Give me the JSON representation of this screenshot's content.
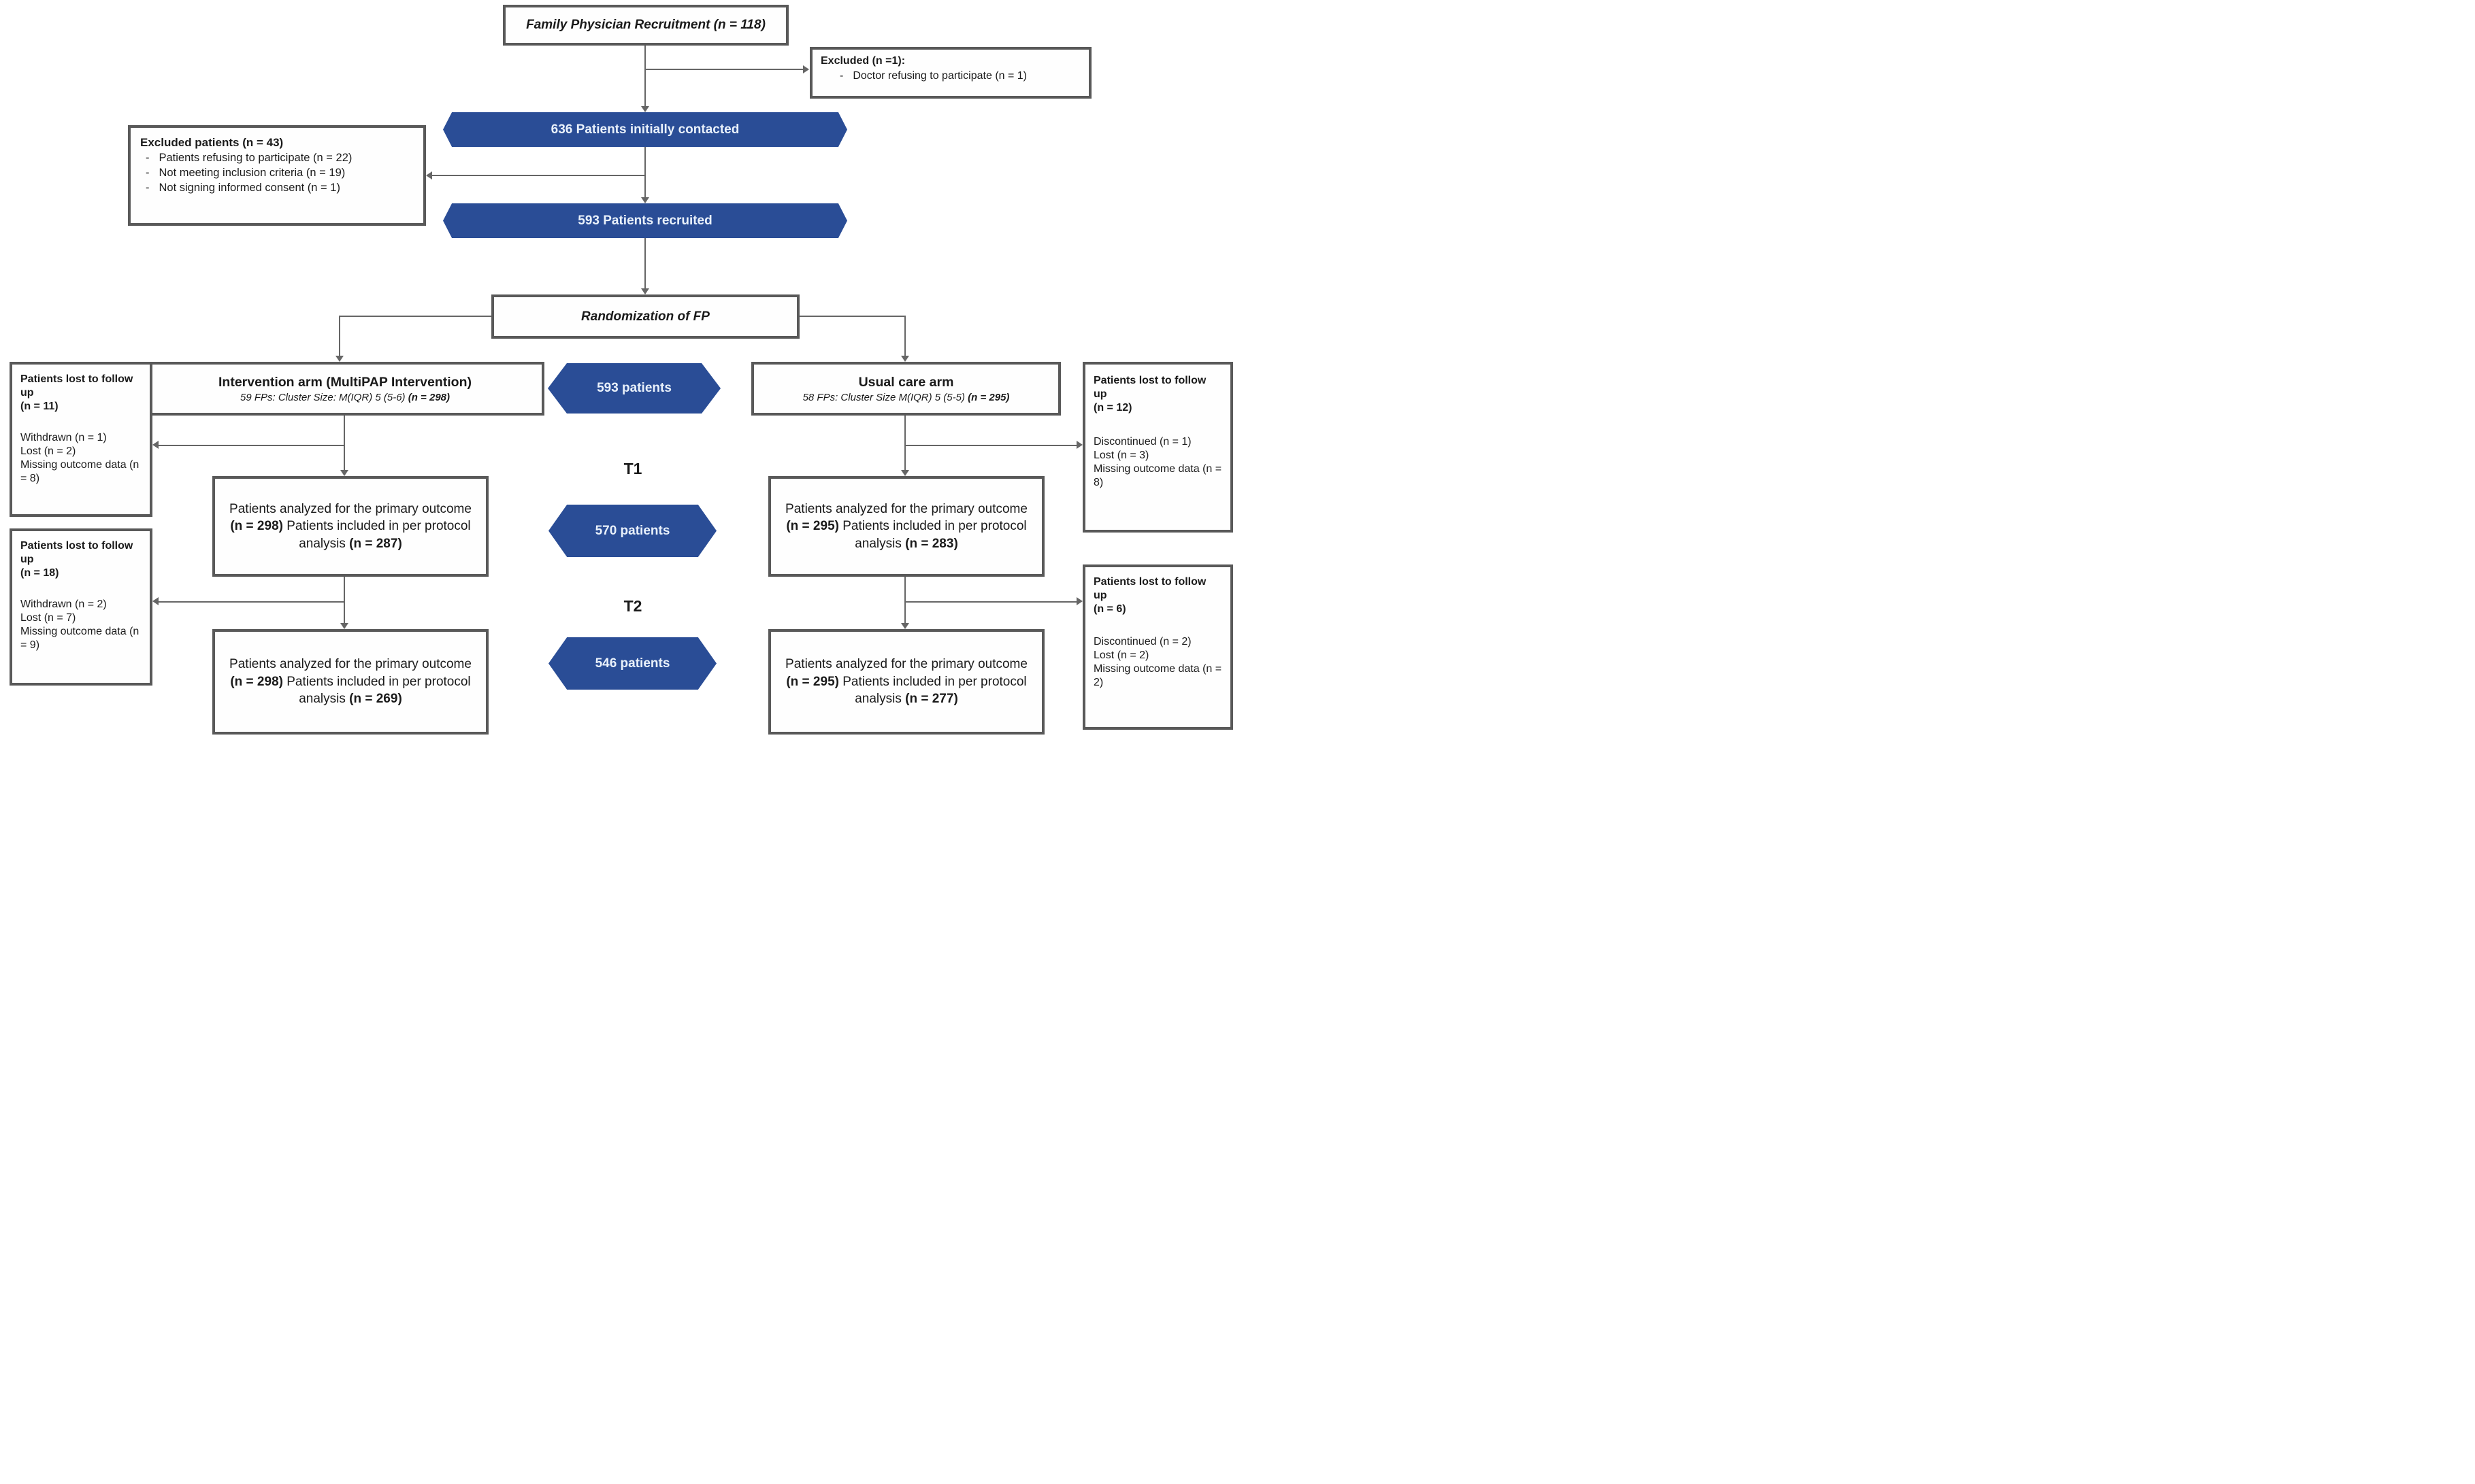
{
  "colors": {
    "hexagon_blue": "#2a4d96",
    "hexagon_text": "#e9f1fb",
    "box_border_gray": "#595959",
    "connector_gray": "#666666"
  },
  "diagram": {
    "fp_recruitment": {
      "label": "Family Physician Recruitment (n = 118)"
    },
    "excluded_fp": {
      "title": "Excluded (n =1):",
      "bullet": "-",
      "items": [
        "Doctor refusing to participate (n = 1)"
      ]
    },
    "hex_contacted": {
      "label": "636 Patients initially contacted"
    },
    "excluded_patients": {
      "title": "Excluded patients (n = 43)",
      "bullet": "-",
      "items": [
        "Patients refusing to participate (n = 22)",
        "Not meeting inclusion criteria (n = 19)",
        "Not signing informed consent (n = 1)"
      ]
    },
    "hex_recruited": {
      "label": "593 Patients recruited"
    },
    "randomization": {
      "label": "Randomization of FP"
    },
    "intervention_arm": {
      "title": "Intervention arm (MultiPAP Intervention)",
      "subtitle": "59 FPs: Cluster Size: M(IQR) 5 (5-6)",
      "subtitle_n": "(n = 298)"
    },
    "hex_randomized": {
      "label": "593 patients"
    },
    "usual_care_arm": {
      "title": "Usual care arm",
      "subtitle": "58 FPs: Cluster Size M(IQR) 5 (5-5)",
      "subtitle_n": "(n = 295)"
    },
    "lost_t1_intervention": {
      "title": "Patients lost to follow up",
      "n": "(n = 11)",
      "items": [
        "Withdrawn (n = 1)",
        "Lost (n = 2)",
        "Missing outcome data (n = 8)"
      ]
    },
    "lost_t1_usual": {
      "title": "Patients lost to follow up",
      "n": "(n = 12)",
      "items": [
        "Discontinued (n = 1)",
        "Lost (n = 3)",
        "Missing outcome data (n = 8)"
      ]
    },
    "t1_label": "T1",
    "hex_t1": {
      "label": "570 patients"
    },
    "analysis_t1_intervention": {
      "text1": "Patients analyzed for the primary outcome",
      "n1": "(n = 298)",
      "text2": "Patients included in per protocol analysis",
      "n2": "(n = 287)"
    },
    "analysis_t1_usual": {
      "text1": "Patients analyzed for the primary outcome",
      "n1": "(n = 295)",
      "text2": "Patients included in per protocol analysis",
      "n2": "(n = 283)"
    },
    "lost_t2_intervention": {
      "title": "Patients lost to follow up",
      "n": "(n = 18)",
      "items": [
        "Withdrawn (n = 2)",
        "Lost (n = 7)",
        "Missing outcome data (n = 9)"
      ]
    },
    "lost_t2_usual": {
      "title": "Patients lost to follow up",
      "n": "(n = 6)",
      "items": [
        "Discontinued (n = 2)",
        "Lost (n = 2)",
        "Missing outcome data (n = 2)"
      ]
    },
    "t2_label": "T2",
    "hex_t2": {
      "label": "546 patients"
    },
    "analysis_t2_intervention": {
      "text1": "Patients analyzed for the primary outcome",
      "n1": "(n = 298)",
      "text2": "Patients included in per protocol analysis",
      "n2": "(n = 269)"
    },
    "analysis_t2_usual": {
      "text1": "Patients analyzed for the primary outcome",
      "n1": "(n = 295)",
      "text2": "Patients included in per protocol analysis",
      "n2": "(n = 277)"
    }
  }
}
